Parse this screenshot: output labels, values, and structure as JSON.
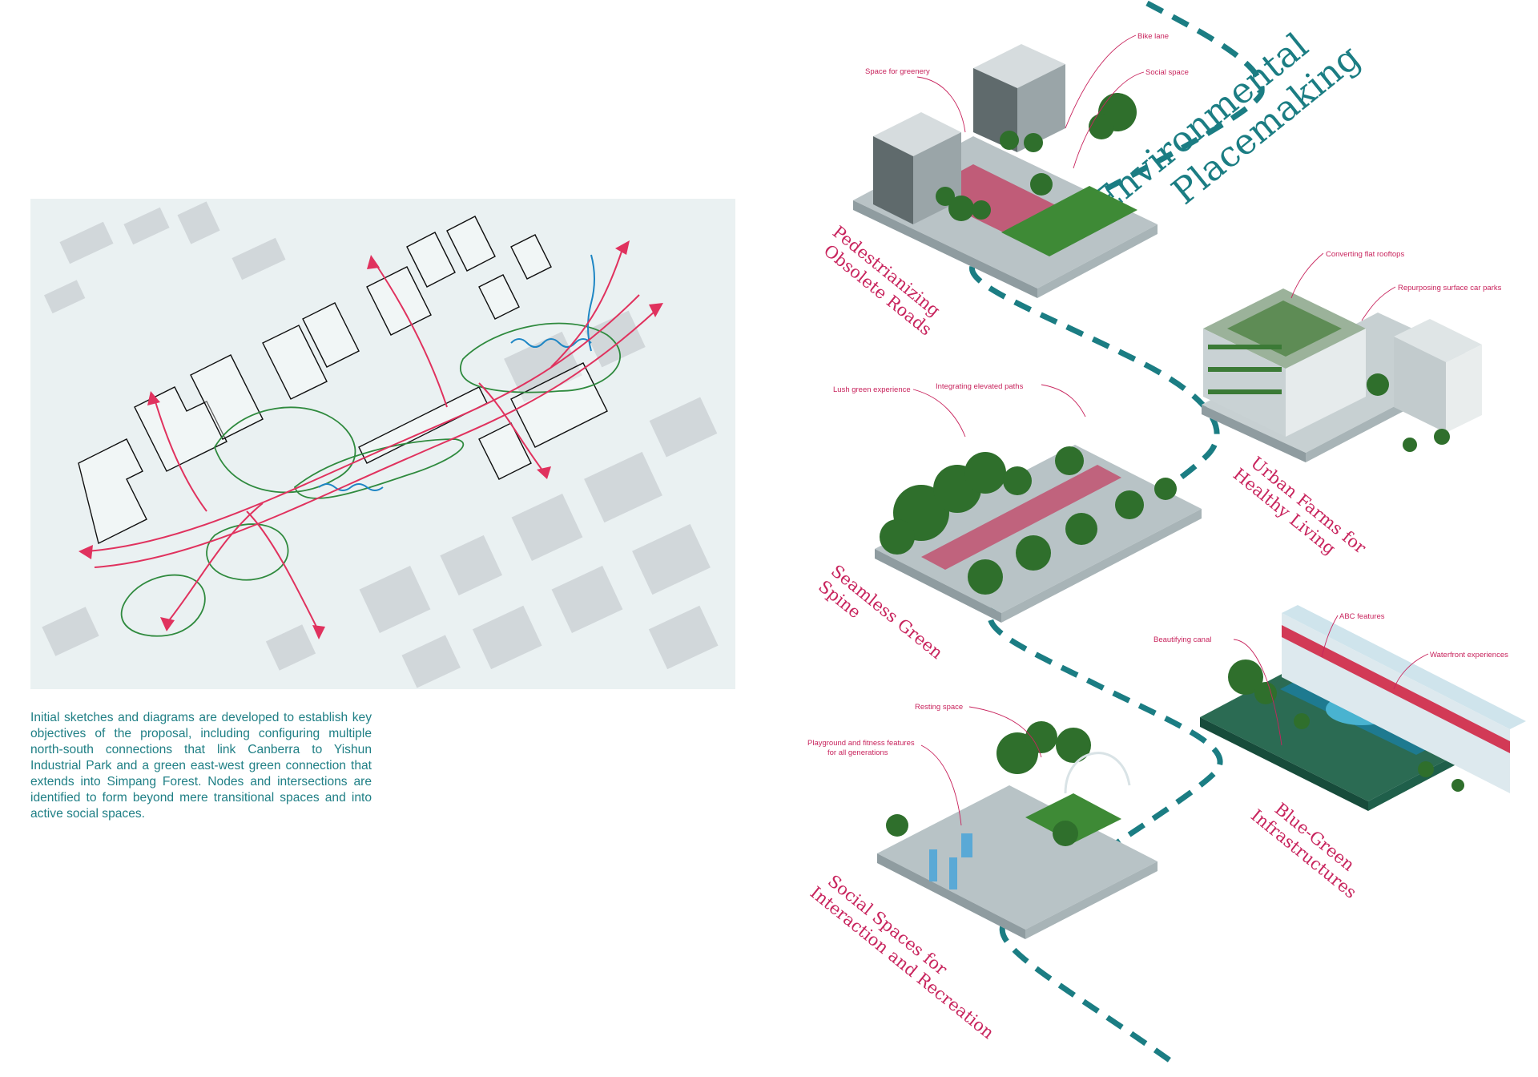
{
  "sketch": {
    "caption": "Initial sketches and diagrams are developed to establish key objectives of the proposal, including configuring multiple north-south connections that link Canberra to Yishun Industrial Park and a green east-west green connection that extends into Simpang Forest. Nodes and intersections are identified to form beyond mere transitional spaces and into active social spaces."
  },
  "diagram": {
    "title_line1": "Environmental",
    "title_line2": "Placemaking",
    "vignettes": [
      {
        "id": "roads",
        "title_line1": "Pedestrianizing",
        "title_line2": "Obsolete Roads",
        "callouts": [
          "Space for greenery",
          "Bike lane",
          "Social space"
        ]
      },
      {
        "id": "farms",
        "title_line1": "Urban Farms for",
        "title_line2": "Healthy Living",
        "callouts": [
          "Converting flat rooftops",
          "Repurposing surface car parks"
        ]
      },
      {
        "id": "spine",
        "title_line1": "Seamless Green",
        "title_line2": "Spine",
        "callouts": [
          "Integrating elevated paths",
          "Lush green experience"
        ]
      },
      {
        "id": "bluegreen",
        "title_line1": "Blue-Green",
        "title_line2": "Infrastructures",
        "callouts": [
          "ABC features",
          "Beautifying canal",
          "Waterfront experiences"
        ]
      },
      {
        "id": "social",
        "title_line1": "Social Spaces for",
        "title_line2": "Interaction and Recreation",
        "callouts": [
          "Resting space",
          "Playground and fitness features",
          "for all generations"
        ]
      }
    ]
  },
  "colors": {
    "teal": "#1b7d83",
    "magenta": "#c8245d",
    "sketch_bg": "#eaf1f2",
    "sketch_red": "#e0325e",
    "sketch_green": "#2f8a3e",
    "sketch_blue": "#1e86c4"
  }
}
